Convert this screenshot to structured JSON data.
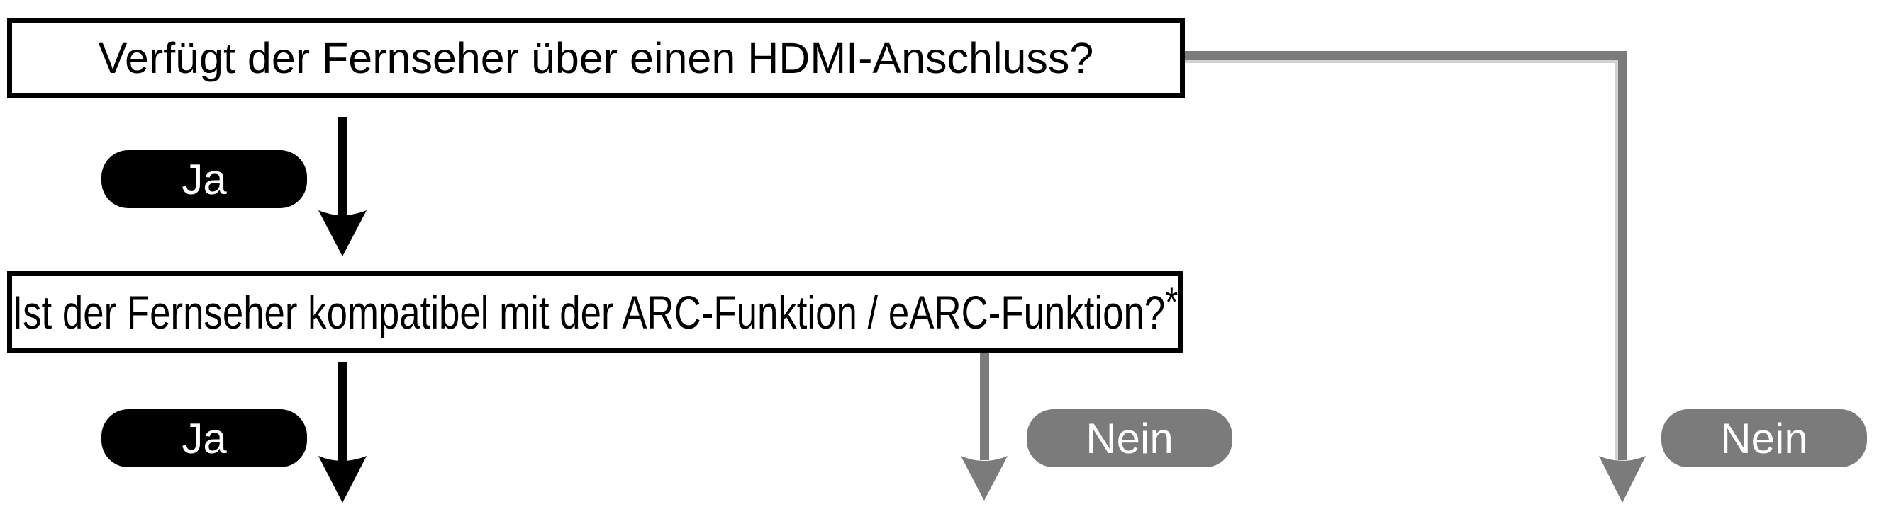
{
  "flowchart": {
    "box1": {
      "text": "Verfügt der Fernseher über einen HDMI-Anschluss?"
    },
    "box2": {
      "text": "Ist der Fernseher kompatibel mit der ARC-Funktion / eARC-Funktion?",
      "note_marker": "*"
    },
    "badges": {
      "yes1": "Ja",
      "yes2": "Ja",
      "no1": "Nein",
      "no2": "Nein"
    }
  },
  "colors": {
    "black": "#000000",
    "line_gray": "#7b7b7b",
    "shadow_gray": "#d2d2d2",
    "badge_text": "#ffffff"
  }
}
